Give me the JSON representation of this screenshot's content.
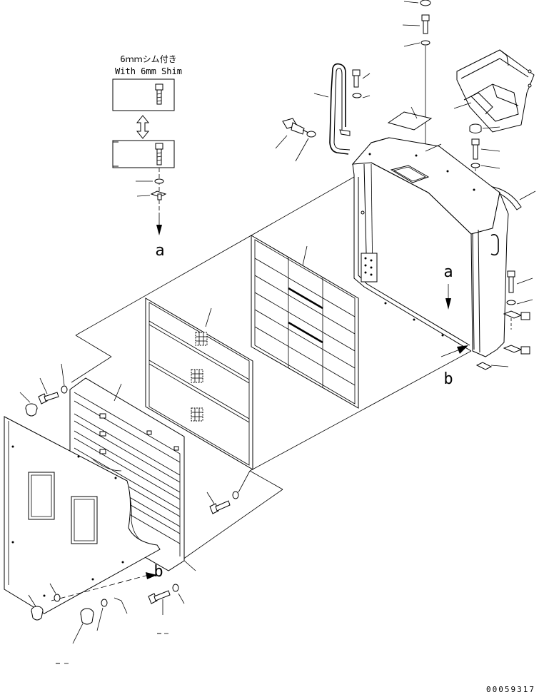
{
  "callout": {
    "japanese": "6ｍｍシム付き",
    "english": "With 6mm Shim"
  },
  "labels": {
    "a_left": "a",
    "a_right": "a",
    "b_right": "b",
    "b_bottom": "b"
  },
  "drawing_number": "00059317"
}
